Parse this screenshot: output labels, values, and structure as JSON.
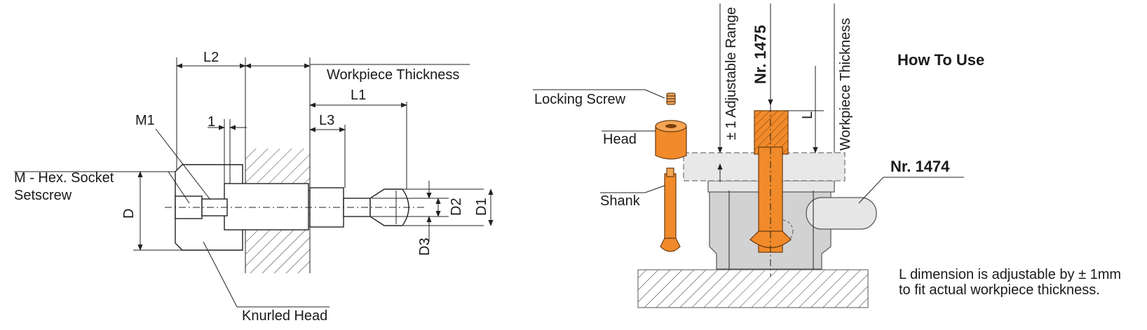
{
  "left_drawing": {
    "labels": {
      "L2": "L2",
      "workpiece_thickness": "Workpiece Thickness",
      "L1": "L1",
      "L3": "L3",
      "M1": "M1",
      "one": "1",
      "setscrew_line1": "M - Hex. Socket",
      "setscrew_line2": "Setscrew",
      "D": "D",
      "D2": "D2",
      "D1": "D1",
      "D3": "D3",
      "knurled_head": "Knurled Head"
    }
  },
  "right_drawing": {
    "labels": {
      "locking_screw": "Locking Screw",
      "head": "Head",
      "shank": "Shank",
      "adjustable_range": "± 1 Adjustable Range",
      "nr_1475": "Nr. 1475",
      "workpiece_thickness_vertical": "Workpiece Thickness",
      "L": "L",
      "nr_1474": "Nr. 1474"
    },
    "how_to_use": {
      "title": "How To Use",
      "line1": "L dimension is adjustable by ± 1mm",
      "line2": "to fit actual  workpiece thickness."
    }
  },
  "colors": {
    "part_orange": "#f08a2a",
    "light_gray": "#e6e6e6",
    "line": "#222222"
  }
}
